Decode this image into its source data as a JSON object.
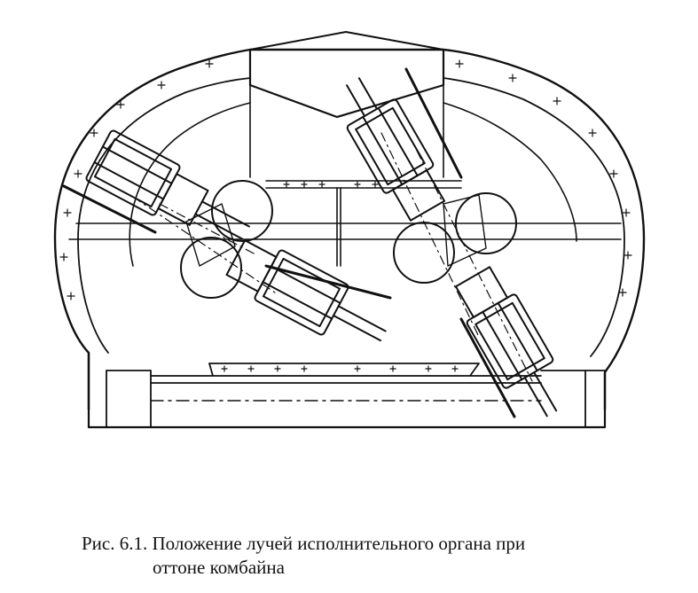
{
  "figure": {
    "caption_label": "Рис. 6.1.",
    "caption_text_line1": "Положение лучей исполнительного органа при",
    "caption_text_line2": "оттоне комбайна"
  },
  "colors": {
    "ink": "#111111",
    "paper": "#ffffff"
  }
}
